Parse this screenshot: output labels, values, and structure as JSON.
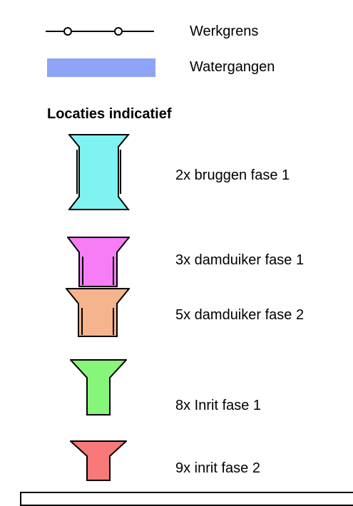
{
  "legend": {
    "lines": [
      {
        "symbol": "boundary-line-icon",
        "label": "Werkgrens"
      },
      {
        "symbol": "water-bar-icon",
        "label": "Watergangen",
        "color": "#8ea4f7"
      }
    ],
    "heading": "Locaties indicatief",
    "locations": [
      {
        "symbol": "bridge-icon",
        "label": "2x bruggen fase 1",
        "color": "#7ff2f2"
      },
      {
        "symbol": "culvert-icon",
        "label": "3x damduiker fase 1",
        "color": "#f67df6"
      },
      {
        "symbol": "culvert-icon",
        "label": "5x damduiker fase 2",
        "color": "#f5b48e"
      },
      {
        "symbol": "entrance-icon",
        "label": "8x Inrit fase 1",
        "color": "#86f57a"
      },
      {
        "symbol": "entrance-icon",
        "label": "9x inrit fase 2",
        "color": "#f7797a"
      }
    ]
  }
}
